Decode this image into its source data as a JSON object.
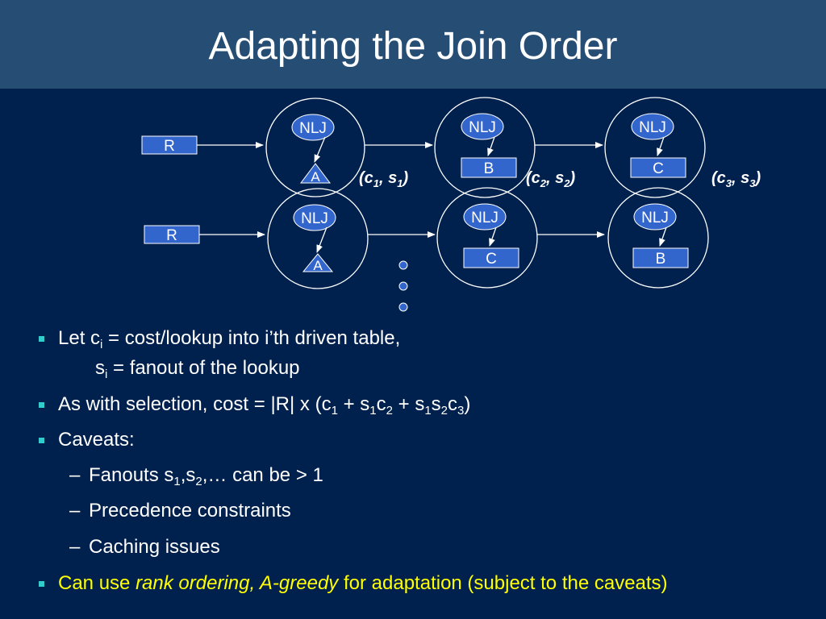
{
  "title": "Adapting the Join Order",
  "diagram": {
    "row1": {
      "source": "R",
      "nodes": [
        {
          "op": "NLJ",
          "table": "A"
        },
        {
          "op": "NLJ",
          "table": "B"
        },
        {
          "op": "NLJ",
          "table": "C"
        }
      ]
    },
    "row2": {
      "source": "R",
      "nodes": [
        {
          "op": "NLJ",
          "table": "A"
        },
        {
          "op": "NLJ",
          "table": "C"
        },
        {
          "op": "NLJ",
          "table": "B"
        }
      ]
    },
    "costs": [
      {
        "c": "c",
        "ci": "1",
        "s": "s",
        "si": "1"
      },
      {
        "c": "c",
        "ci": "2",
        "s": "s",
        "si": "2"
      },
      {
        "c": "c",
        "ci": "3",
        "s": "s",
        "si": "3"
      }
    ]
  },
  "bullets": {
    "b1": {
      "pre": "Let c",
      "sub": "i",
      "post": " = cost/lookup into i’th driven table,",
      "l2_pre": "s",
      "l2_sub": "i",
      "l2_post": " = fanout of the lookup"
    },
    "b2": {
      "t1": "As with selection, cost = |R| x (c",
      "s1": "1",
      "t2": " + s",
      "s2": "1",
      "t3": "c",
      "s3": "2",
      "t4": " + s",
      "s4": "1",
      "t5": "s",
      "s5": "2",
      "t6": "c",
      "s6": "3",
      "t7": ")"
    },
    "b3": "Caveats:",
    "sub1": {
      "t1": "Fanouts s",
      "s1": "1",
      "t2": ",s",
      "s2": "2",
      "t3": ",…  can be > 1"
    },
    "sub2": "Precedence constraints",
    "sub3": "Caching issues",
    "b4": {
      "pre": "Can use ",
      "italic": "rank ordering, A-greedy",
      "post": " for adaptation (subject to the caveats)"
    }
  },
  "colors": {
    "background": "#00214d",
    "title_bar": "#264d73",
    "node_fill": "#3366cc",
    "bullet": "#33cccc",
    "highlight": "#ffff00"
  }
}
